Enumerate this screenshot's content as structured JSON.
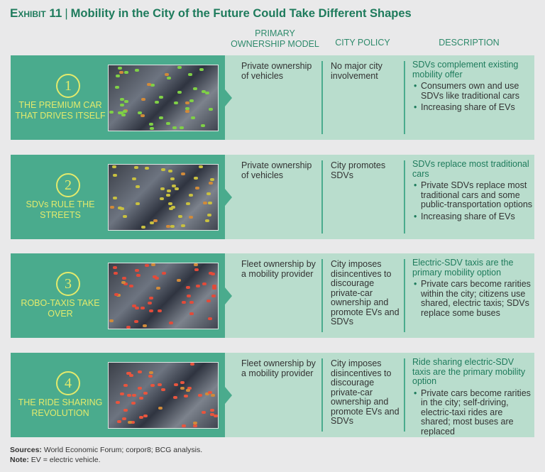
{
  "title": {
    "exhibit": "Exhibit 11",
    "separator": "|",
    "text": "Mobility in the City of the Future Could Take Different Shapes"
  },
  "columns": {
    "ownership": "PRIMARY OWNERSHIP MODEL",
    "policy": "CITY POLICY",
    "description": "DESCRIPTION"
  },
  "scenarios": [
    {
      "number": "1",
      "label": "THE PREMIUM CAR THAT DRIVES ITSELF",
      "ownership": "Private ownership of vehicles",
      "policy": "No major city involvement",
      "heading": "SDVs complement existing mobility offer",
      "bullets": [
        "Consumers own and use SDVs like traditional cars",
        "Increasing share of EVs"
      ],
      "car_color": "#7fd046"
    },
    {
      "number": "2",
      "label": "SDVs RULE THE STREETS",
      "ownership": "Private ownership of vehicles",
      "policy": "City promotes SDVs",
      "heading": "SDVs replace most traditional cars",
      "bullets": [
        "Private SDVs replace most traditional cars and some public-transportation options",
        "Increasing share of EVs"
      ],
      "car_color": "#c8c040"
    },
    {
      "number": "3",
      "label": "ROBO-TAXIS TAKE OVER",
      "ownership": "Fleet ownership by a mobility provider",
      "policy": "City imposes disincentives to discourage private-car ownership and promote EVs and SDVs",
      "heading": "Electric-SDV taxis are the primary mobility option",
      "bullets": [
        "Private cars become rarities within the city; citizens use shared, electric taxis; SDVs replace some buses"
      ],
      "car_color": "#e24b3a"
    },
    {
      "number": "4",
      "label": "THE RIDE SHARING REVOLUTION",
      "ownership": "Fleet ownership by a mobility provider",
      "policy": "City imposes disincentives to discourage private-car ownership and promote EVs and SDVs",
      "heading": "Ride sharing electric-SDV taxis are the primary mobility option",
      "bullets": [
        "Private cars become rarities in the city; self-driving, electric-taxi rides are shared; most buses are replaced"
      ],
      "car_color": "#e8553e"
    }
  ],
  "footer": {
    "sources_label": "Sources:",
    "sources": "World Economic Forum; corpor8; BCG analysis.",
    "note_label": "Note:",
    "note": "EV = electric vehicle."
  }
}
